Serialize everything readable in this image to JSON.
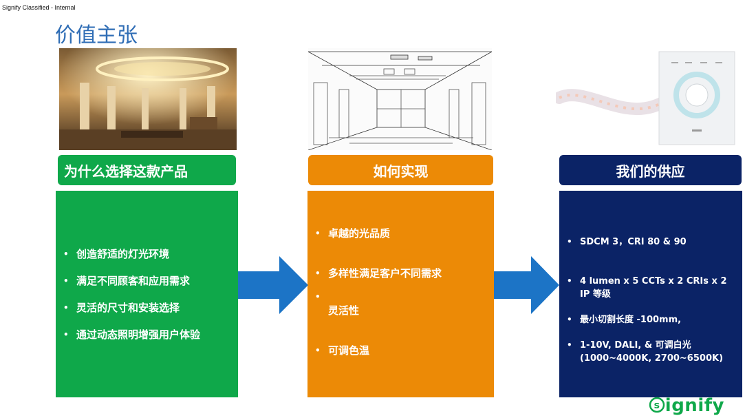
{
  "header": {
    "classification": "Signify Classified - Internal",
    "title": "价值主张"
  },
  "columns": {
    "why": {
      "heading": "为什么选择这款产品",
      "bullets": [
        "创造舒适的灯光环境",
        "满足不同顾客和应用需求",
        "灵活的尺寸和安装选择",
        "通过动态照明增强用户体验"
      ]
    },
    "how": {
      "heading": "如何实现",
      "bullets": [
        "卓越的光品质",
        "多样性满足客户不同需求",
        "灵活性",
        "可调色温"
      ]
    },
    "offer": {
      "heading": "我们的供应",
      "bullets": [
        "SDCM 3，CRI 80 & 90",
        "4 lumen x 5 CCTs x 2 CRIs x 2 IP 等级",
        "最小切割长度 -100mm,",
        "1-10V, DALI, & 可调白光 (1000~4000K, 2700~6500K)"
      ]
    }
  },
  "logo": {
    "text": "signify"
  },
  "colors": {
    "green": "#0fa84a",
    "orange": "#ec8a06",
    "navy": "#0b2366",
    "arrow": "#1c74c6",
    "title": "#2f6db5"
  }
}
